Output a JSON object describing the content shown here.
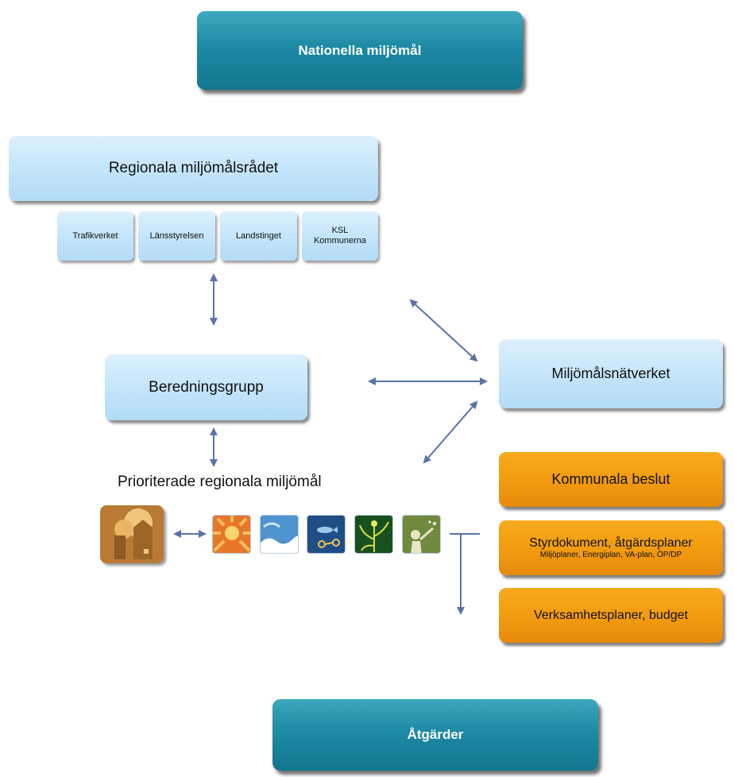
{
  "nodes": {
    "national_goals": "Nationella miljömål",
    "regional_council": "Regionala miljömålsrådet",
    "members": [
      {
        "lines": [
          "Trafikverket"
        ]
      },
      {
        "lines": [
          "Länsstyrelsen"
        ]
      },
      {
        "lines": [
          "Landstinget"
        ]
      },
      {
        "lines": [
          "KSL",
          "Kommunerna"
        ]
      }
    ],
    "preparation_group": "Beredningsgrupp",
    "network": "Miljömålsnätverket",
    "prioritized_label": "Prioriterade regionala miljömål",
    "municipal_decision": "Kommunala beslut",
    "steering_docs_title": "Styrdokument, åtgärdsplaner",
    "steering_docs_sub": "Miljöplaner, Energiplan, VA-plan, ÖP/DP",
    "business_plans": "Verksamhetsplaner, budget",
    "actions": "Åtgärder"
  },
  "icons": [
    "city-environment-icon",
    "sun-icon",
    "sea-wave-icon",
    "fish-water-icon",
    "forest-plant-icon",
    "nature-person-icon"
  ],
  "colors": {
    "teal": "#1d8aa5",
    "light_blue": "#c3e4fa",
    "orange": "#f29a10",
    "arrow": "#5a73a6"
  }
}
